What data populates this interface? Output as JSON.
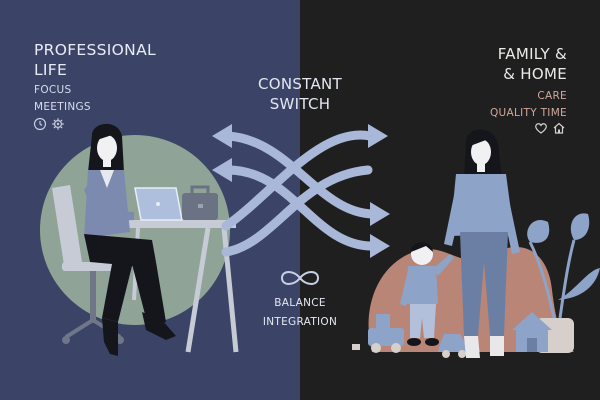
{
  "left": {
    "title_line1": "PROFESSIONAL",
    "title_line2": "LIFE",
    "sub_line1": "FOCUS",
    "sub_line2": "MEETINGS",
    "icons": [
      "clock-icon",
      "gear-icon"
    ]
  },
  "center": {
    "title_line1": "CONSTANT",
    "title_line2": "SWITCH",
    "sub_line1": "BALANCE",
    "sub_line2": "INTEGRATION",
    "icon": "infinity-icon"
  },
  "right": {
    "title_line1": "FAMILY &",
    "title_line2": "& HOME",
    "sub_line1": "CARE",
    "sub_line2": "QUALITY TIME",
    "icons": [
      "heart-icon",
      "home-icon"
    ]
  },
  "colors": {
    "left_bg": "#3b4467",
    "right_bg": "#1f1f1f",
    "arrow": "#a9b8d8",
    "sage": "#8fa496",
    "terracotta": "#b98576",
    "figure_blue": "#8ea3c8"
  }
}
